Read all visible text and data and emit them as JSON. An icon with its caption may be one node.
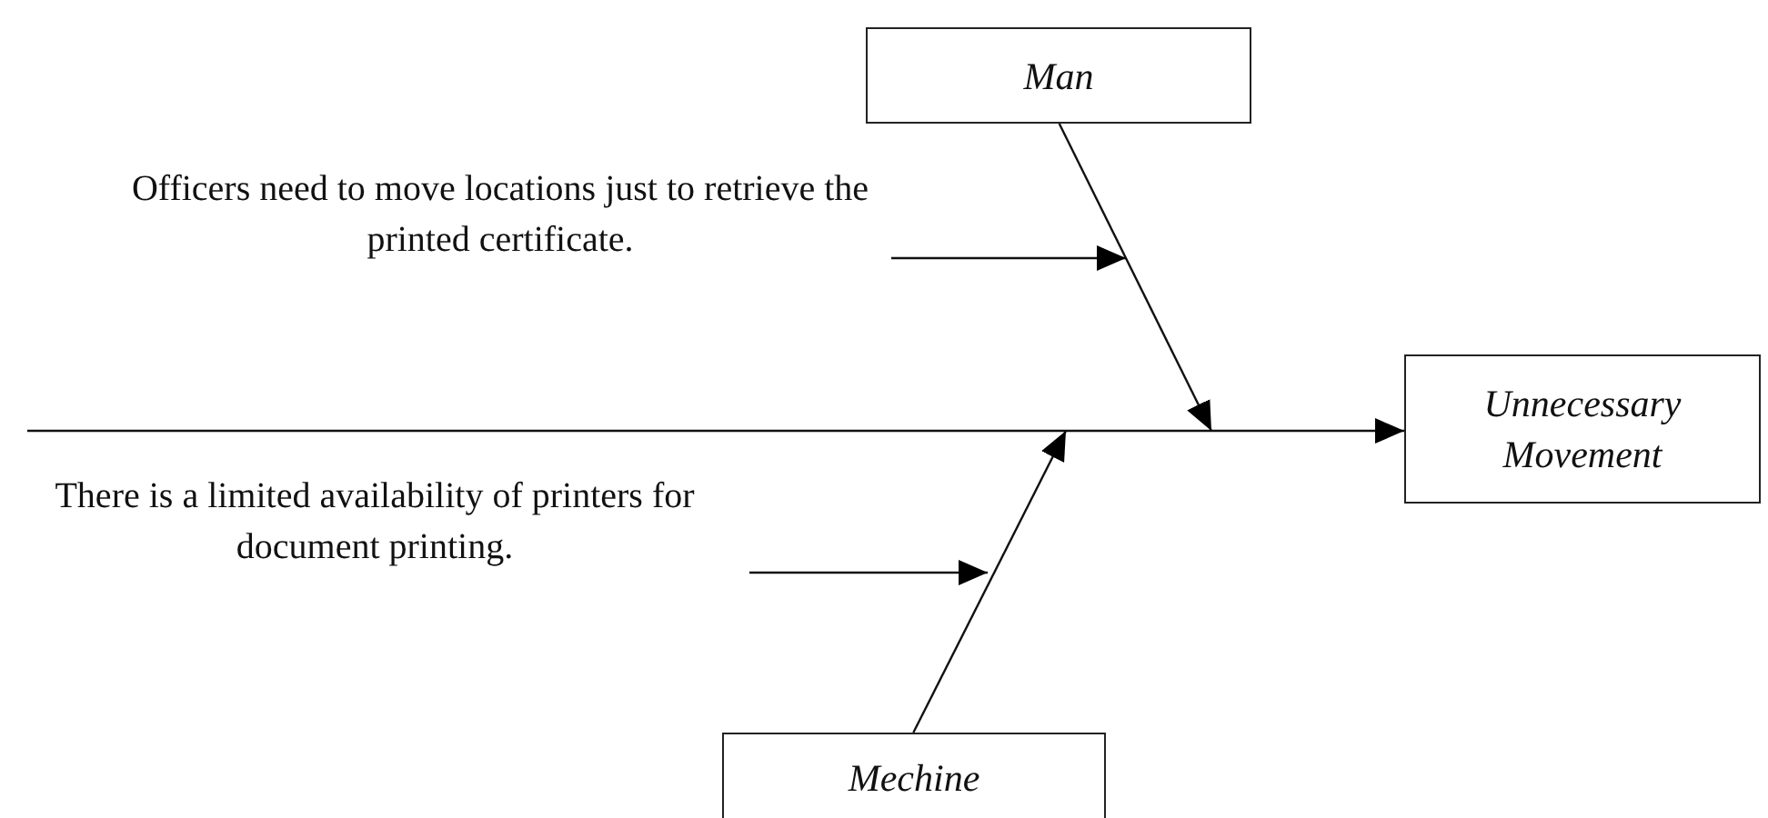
{
  "diagram": {
    "nodes": [
      {
        "text": [
          "Man"
        ]
      },
      {
        "text": [
          "Officers need to move locations just to retrieve the printed certificate."
        ]
      },
      {
        "text": [
          "There is a limited availability of printers for document printing."
        ]
      },
      {
        "text": [
          "Unnecessary Movement"
        ]
      },
      {
        "text": [
          "Mechine"
        ]
      }
    ],
    "edges": [
      {
        "from": null,
        "to": 3,
        "arrow": "to"
      },
      {
        "from": 0,
        "to": null,
        "arrow": "to"
      },
      {
        "from": 4,
        "to": null,
        "arrow": "to"
      },
      {
        "from": 1,
        "to": null,
        "arrow": "to"
      },
      {
        "from": 2,
        "to": null,
        "arrow": "to"
      }
    ]
  }
}
